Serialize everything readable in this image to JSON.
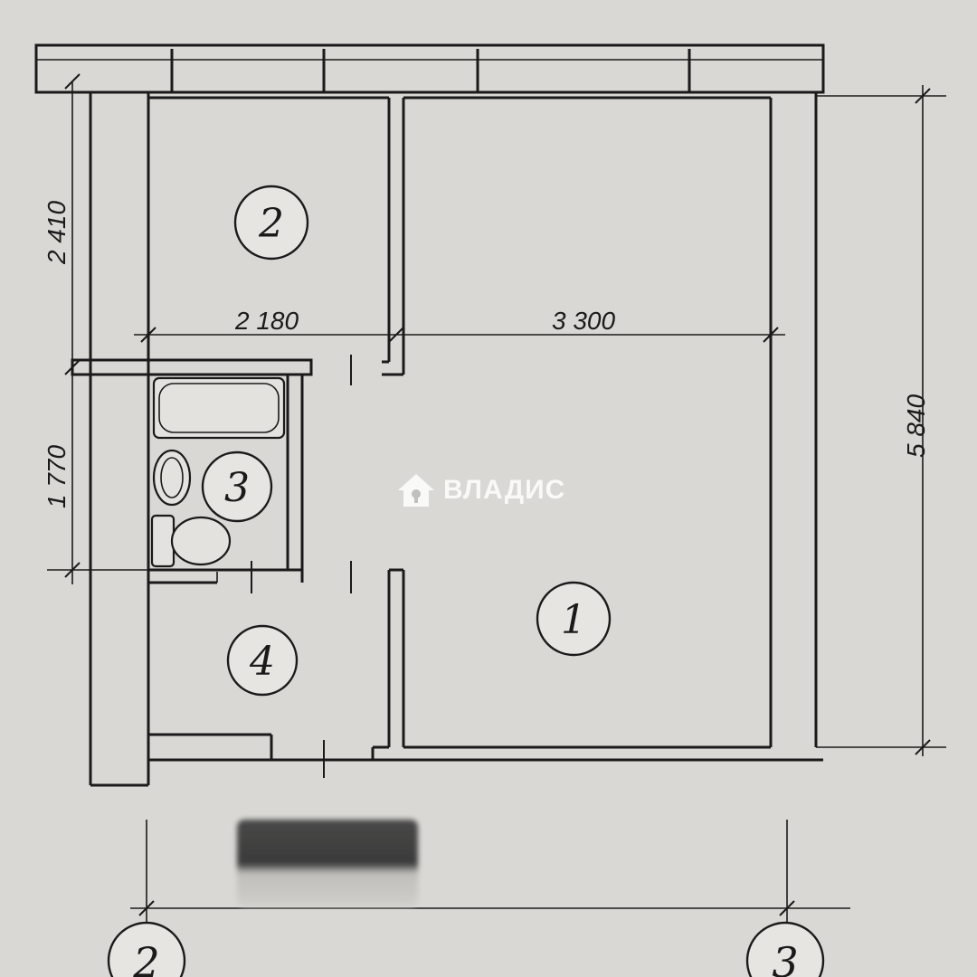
{
  "plan": {
    "rooms": [
      {
        "id": "1",
        "label": "1"
      },
      {
        "id": "2",
        "label": "2"
      },
      {
        "id": "3",
        "label": "3"
      },
      {
        "id": "4",
        "label": "4"
      }
    ],
    "dimensions": {
      "room2_width": "2 180",
      "room1_width": "3 300",
      "room2_depth": "2 410",
      "bath_depth": "1 770",
      "total_depth": "5 840"
    },
    "axes": {
      "left": "2",
      "right": "3"
    }
  },
  "watermark": {
    "brand": "ВЛАДИС",
    "icon": "house-icon",
    "color": "#ffffff"
  }
}
